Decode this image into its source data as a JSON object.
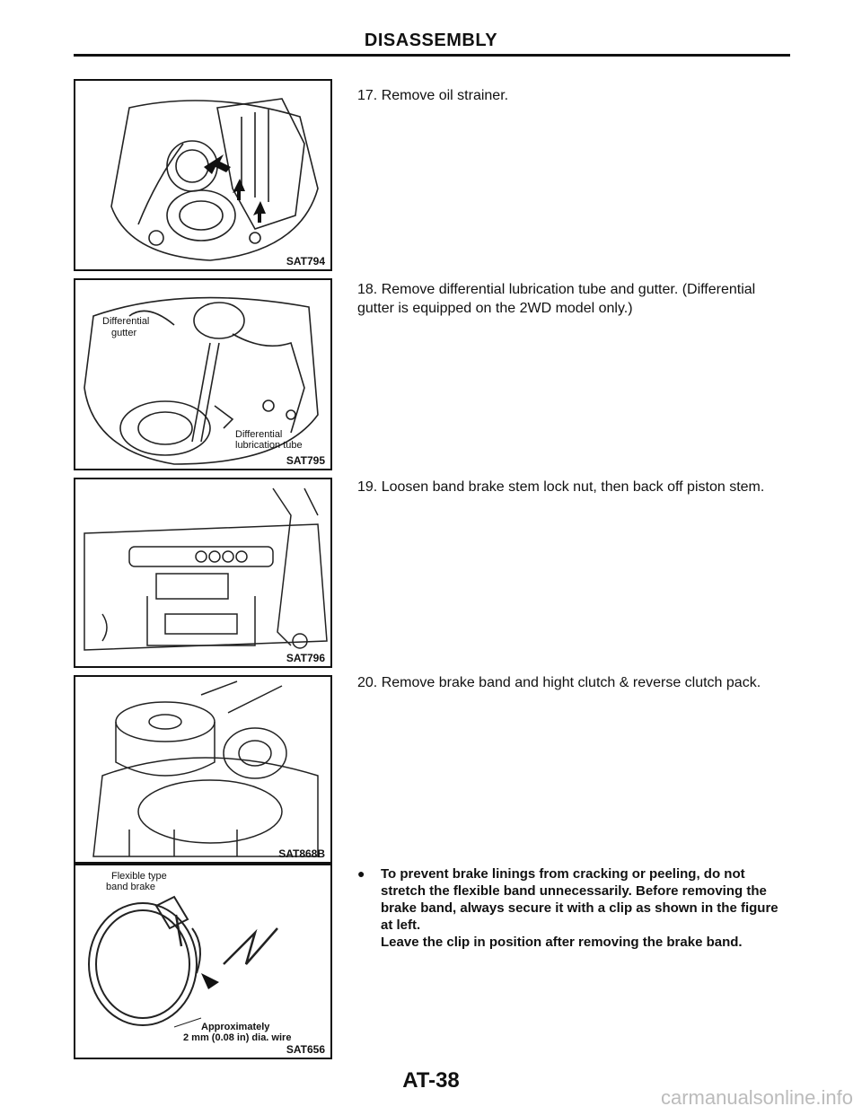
{
  "header": {
    "title": "DISASSEMBLY"
  },
  "figures": [
    {
      "code": "SAT794",
      "labels": []
    },
    {
      "code": "SAT795",
      "labels": [
        "Differential",
        "gutter",
        "Differential",
        "lubrication tube"
      ]
    },
    {
      "code": "SAT796",
      "labels": []
    },
    {
      "code": "SAT868B",
      "labels": []
    },
    {
      "code": "SAT656",
      "labels": [
        "Flexible type",
        "band brake",
        "Approximately",
        "2 mm (0.08 in) dia. wire"
      ]
    }
  ],
  "steps": [
    {
      "text": "17. Remove oil strainer."
    },
    {
      "text": "18. Remove differential lubrication tube and gutter. (Differential gutter is equipped on the 2WD model only.)"
    },
    {
      "text": "19. Loosen band brake stem lock nut, then back off piston stem."
    },
    {
      "text": "20. Remove brake band and hight clutch & reverse clutch pack."
    }
  ],
  "note": {
    "bullet": "●",
    "lines": [
      "To prevent brake linings from cracking or peeling, do not stretch the flexible band unnecessarily. Before removing the brake band, always secure it with a clip as shown in the figure at left.",
      "Leave the clip in position after removing the brake band."
    ]
  },
  "footer": {
    "page_number": "AT-38"
  },
  "watermark": "carmanualsonline.info"
}
